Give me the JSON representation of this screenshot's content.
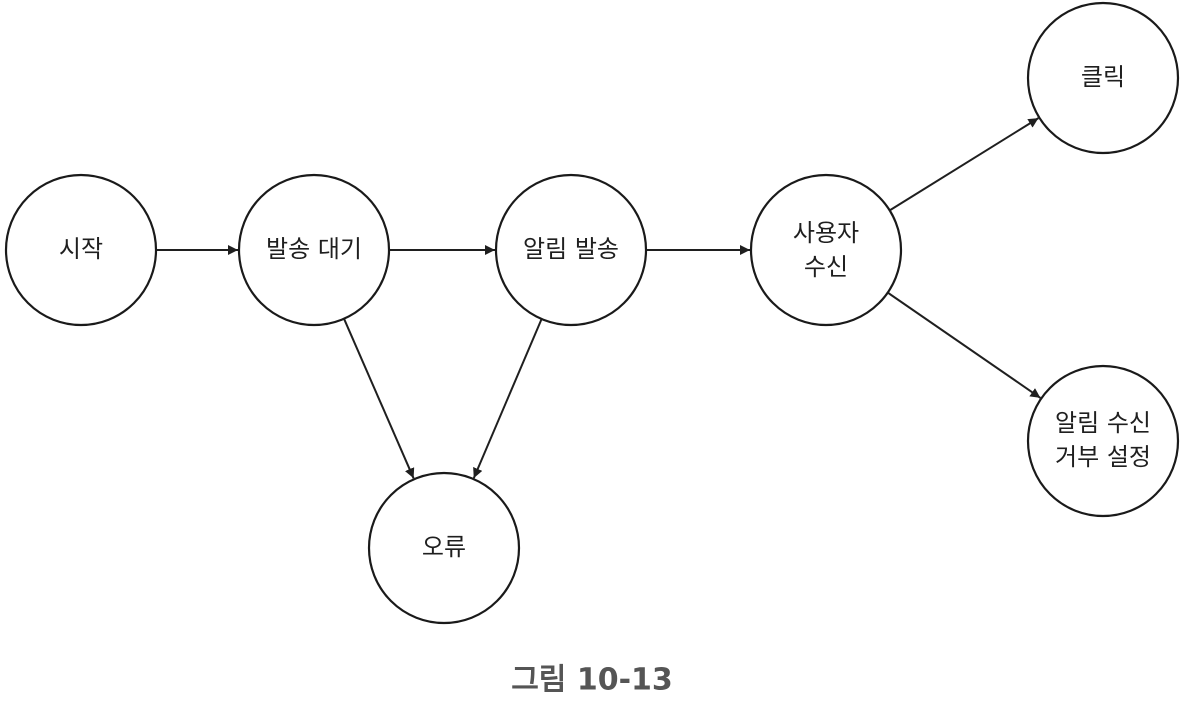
{
  "diagram": {
    "nodes": {
      "start": {
        "lines": [
          "시작"
        ]
      },
      "wait": {
        "lines": [
          "발송 대기"
        ]
      },
      "send": {
        "lines": [
          "알림 발송"
        ]
      },
      "received": {
        "lines": [
          "사용자",
          "수신"
        ]
      },
      "click": {
        "lines": [
          "클릭"
        ]
      },
      "optout": {
        "lines": [
          "알림 수신",
          "거부 설정"
        ]
      },
      "error": {
        "lines": [
          "오류"
        ]
      }
    },
    "edges": [
      {
        "from": "start",
        "to": "wait"
      },
      {
        "from": "wait",
        "to": "send"
      },
      {
        "from": "send",
        "to": "received"
      },
      {
        "from": "received",
        "to": "click"
      },
      {
        "from": "received",
        "to": "optout"
      },
      {
        "from": "wait",
        "to": "error"
      },
      {
        "from": "send",
        "to": "error"
      }
    ],
    "caption": "그림 10-13"
  }
}
